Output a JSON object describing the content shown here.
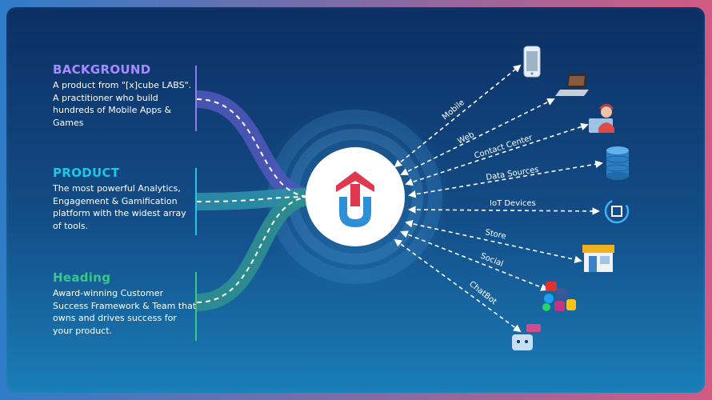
{
  "sections": [
    {
      "title": "BACKGROUND",
      "color": "#a98bff",
      "description": "A product from \"[x]cube LABS\". A practitioner who build hundreds of Mobile Apps & Games"
    },
    {
      "title": "PRODUCT",
      "color": "#1ec7e6",
      "description": "The most powerful Analytics, Engagement & Gamification platform with the widest array of tools."
    },
    {
      "title": "Heading",
      "color": "#39c78c",
      "description": "Award-winning Customer Success Framework & Team that owns and drives success for your product."
    }
  ],
  "channels": [
    {
      "label": "Mobile",
      "icon": "mobile-phone-icon"
    },
    {
      "label": "Web",
      "icon": "laptop-icon"
    },
    {
      "label": "Contact Center",
      "icon": "call-agent-icon"
    },
    {
      "label": "Data Sources",
      "icon": "database-icon"
    },
    {
      "label": "IoT Devices",
      "icon": "iot-device-icon"
    },
    {
      "label": "Store",
      "icon": "storefront-icon"
    },
    {
      "label": "Social",
      "icon": "social-media-icon"
    },
    {
      "label": "ChatBot",
      "icon": "chatbot-icon"
    }
  ],
  "hub": {
    "icon": "platform-logo-icon",
    "colors": {
      "red": "#e0384f",
      "blue": "#2f8fd6"
    }
  }
}
